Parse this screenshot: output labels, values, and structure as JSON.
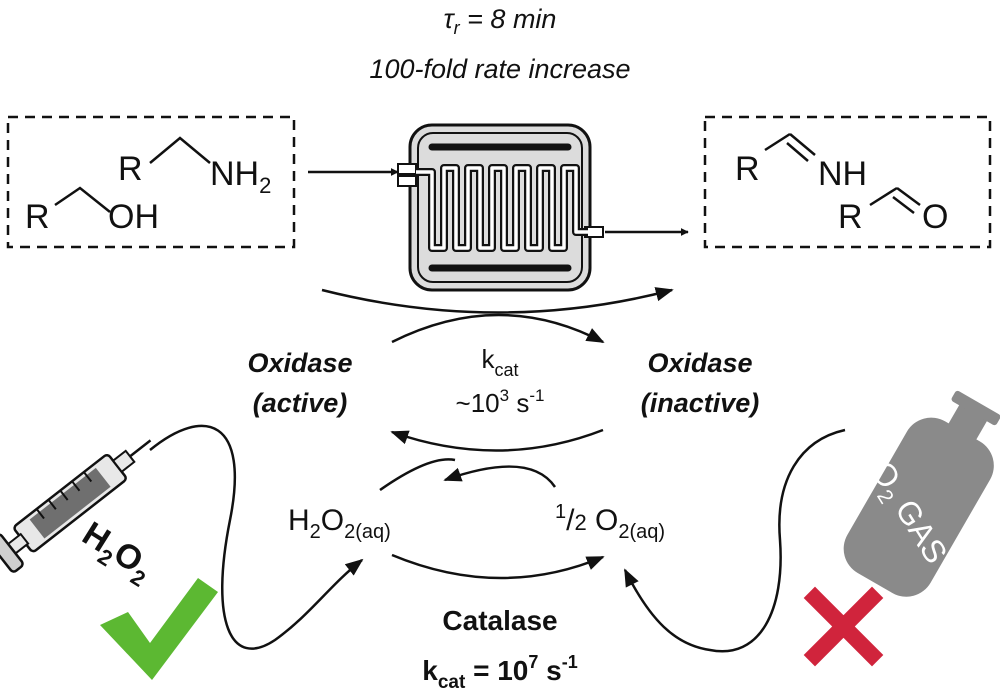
{
  "header": {
    "tau_symbol": "τ",
    "tau_sub": "r",
    "tau_value": " = 8 min",
    "rate_increase": "100-fold rate increase"
  },
  "substrate": {
    "r_amine": "R",
    "nh2": "NH",
    "nh2_sub": "2",
    "r_alcohol": "R",
    "oh": "OH"
  },
  "product": {
    "r_imine": "R",
    "nh": "NH",
    "r_aldehyde": "R",
    "o": "O"
  },
  "oxidase_active": {
    "line1": "Oxidase",
    "line2": "(active)",
    "color": "#2e8b3a"
  },
  "oxidase_inactive": {
    "line1": "Oxidase",
    "line2": "(inactive)",
    "color": "#c8203a"
  },
  "kcat_oxidase": {
    "k": "k",
    "k_sub": "cat",
    "value_prefix": "~10",
    "value_exp": "3",
    "unit": " s",
    "unit_exp": "-1"
  },
  "h2o2_aq": {
    "h": "H",
    "sub1": "2",
    "o": "O",
    "sub2": "2(aq)"
  },
  "half_o2_aq": {
    "num": "1",
    "slash": "/",
    "den": "2",
    "o": " O",
    "sub": "2(aq)"
  },
  "catalase": {
    "label": "Catalase",
    "k": "k",
    "k_sub": "cat",
    "value": " = 10",
    "value_exp": "7",
    "unit": " s",
    "unit_exp": "-1"
  },
  "syringe_label": {
    "h": "H",
    "sub1": "2",
    "o": "O",
    "sub2": "2"
  },
  "gas_cylinder_label": {
    "o": "O",
    "sub": "2",
    "gas": " GAS",
    "color": "#8a8a8a"
  },
  "check_color": "#5cb832",
  "cross_color": "#d0243c"
}
